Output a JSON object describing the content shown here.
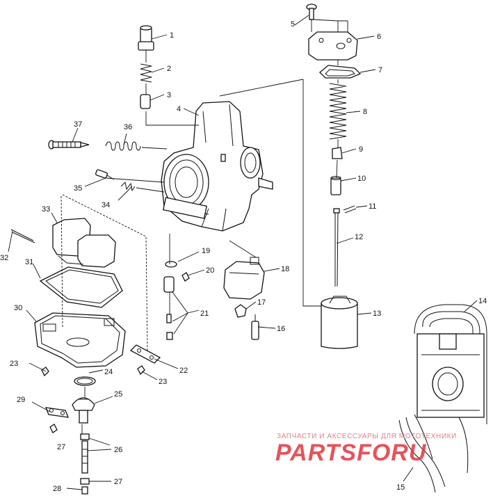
{
  "diagram": {
    "callouts": [
      "1",
      "2",
      "3",
      "4",
      "5",
      "6",
      "7",
      "8",
      "9",
      "10",
      "11",
      "12",
      "13",
      "14",
      "15",
      "16",
      "17",
      "18",
      "19",
      "20",
      "21",
      "22",
      "23",
      "23",
      "24",
      "25",
      "26",
      "27",
      "27",
      "28",
      "29",
      "30",
      "31",
      "32",
      "33",
      "34",
      "35",
      "36",
      "37"
    ]
  },
  "watermark": {
    "caption": "ЗАПЧАСТИ И АКСЕССУАРЫ ДЛЯ МОТОТЕХНИКИ",
    "logo": "PARTSFORU"
  },
  "colors": {
    "ink": "#111111",
    "watermark": "#e4353f",
    "watermark_caption": "#e07f86",
    "background": "#ffffff"
  }
}
